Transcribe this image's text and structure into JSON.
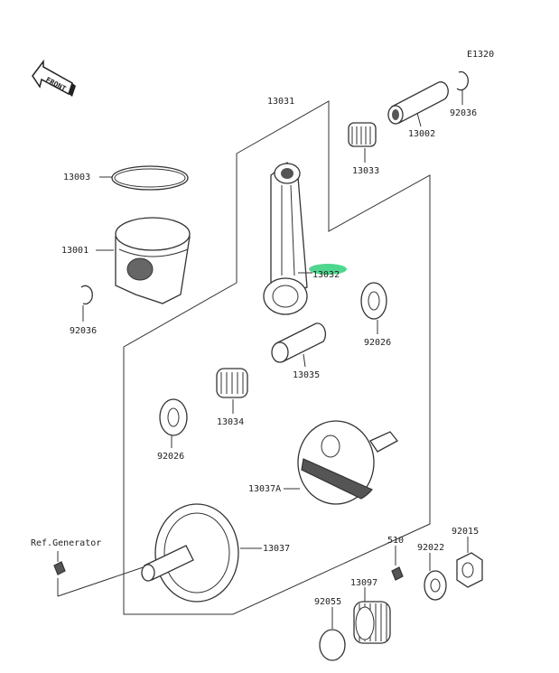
{
  "diagram_code": "E1320",
  "front_arrow_text": "FRONT",
  "highlight_color": "#4fd68f",
  "labels": {
    "p92036a": "92036",
    "p13002": "13002",
    "p13033": "13033",
    "p13031": "13031",
    "p13003": "13003",
    "p13001": "13001",
    "p13032": "13032",
    "p92026a": "92026",
    "p92036b": "92036",
    "p13035": "13035",
    "p13034": "13034",
    "p92026b": "92026",
    "p13037A": "13037A",
    "ref_generator": "Ref.Generator",
    "p13037": "13037",
    "p510": "510",
    "p92015": "92015",
    "p92022": "92022",
    "p13097": "13097",
    "p92055": "92055"
  }
}
